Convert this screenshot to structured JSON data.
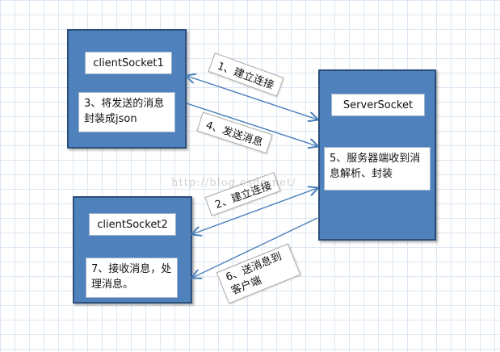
{
  "nodes": {
    "client1": {
      "title": "clientSocket1",
      "note": "3、将发送的消息封装成json"
    },
    "server": {
      "title": "ServerSocket",
      "note": "5、服务器端收到消息解析、封装"
    },
    "client2": {
      "title": "clientSocket2",
      "note": "7、接收消息，处理消息。"
    }
  },
  "edges": {
    "e1": "1、建立连接",
    "e4": "4、发送消息",
    "e2": "2、建立连接",
    "e6": "6、送消息到客户端"
  },
  "watermark": "http://blog.csdn.net/",
  "colors": {
    "box_fill": "#4f81bd",
    "box_border": "#2c4f7c",
    "arrow": "#4a7ebb"
  }
}
